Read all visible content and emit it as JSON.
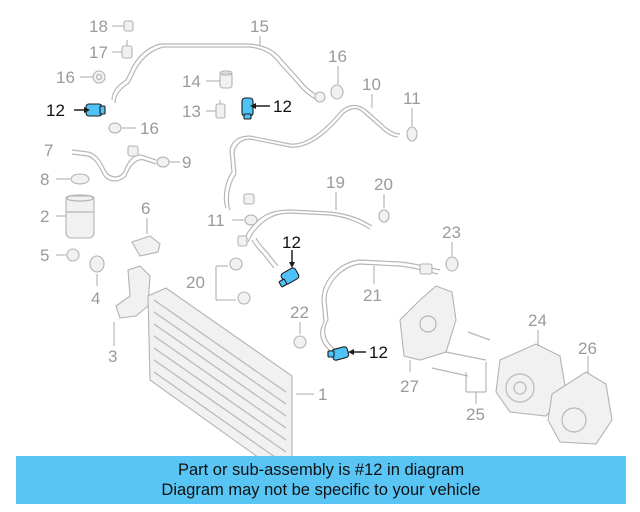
{
  "labels": {
    "n1": "1",
    "n2": "2",
    "n3": "3",
    "n4": "4",
    "n5": "5",
    "n6": "6",
    "n7": "7",
    "n8": "8",
    "n9": "9",
    "n10": "10",
    "n11": "11",
    "n11b": "11",
    "n12a": "12",
    "n12b": "12",
    "n12c": "12",
    "n12d": "12",
    "n13": "13",
    "n14": "14",
    "n15": "15",
    "n16a": "16",
    "n16b": "16",
    "n16c": "16",
    "n17": "17",
    "n18": "18",
    "n19": "19",
    "n20a": "20",
    "n20b": "20",
    "n21": "21",
    "n22": "22",
    "n23": "23",
    "n24": "24",
    "n25": "25",
    "n26": "26",
    "n27": "27"
  },
  "colors": {
    "highlight": "#4fc3f7",
    "banner": "#58c5f4",
    "ghost_line": "#b7b7b7",
    "label_gray": "#9a9a9a"
  },
  "footer": {
    "line1": "Part or sub-assembly is #12 in diagram",
    "line2": "Diagram may not be specific to your vehicle"
  }
}
